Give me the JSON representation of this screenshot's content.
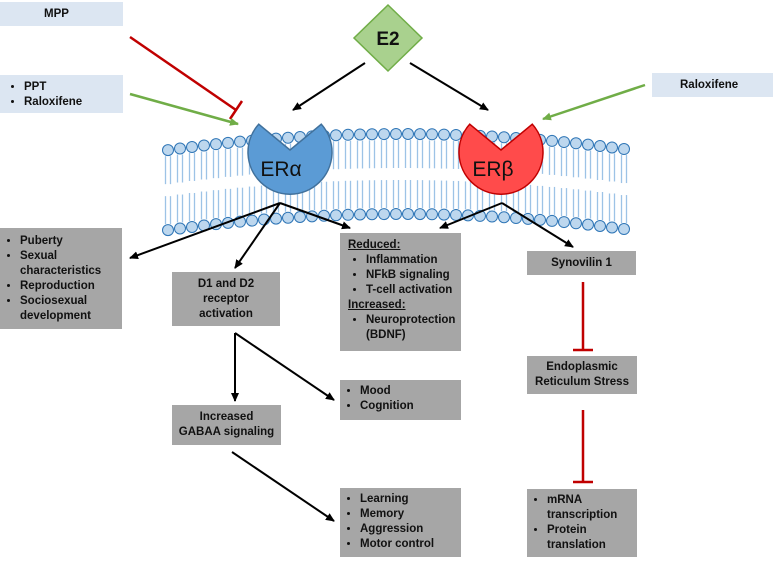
{
  "ligand": {
    "label": "E2",
    "fill": "#a9d18e",
    "stroke": "#70ad47"
  },
  "receptors": {
    "alpha": {
      "label": "ERα",
      "fill": "#5b9bd5",
      "stroke": "#41719c"
    },
    "beta": {
      "label": "ERβ",
      "fill": "#ff4b4b",
      "stroke": "#c00000"
    }
  },
  "membrane": {
    "head_fill": "#bdd7ee",
    "head_stroke": "#2e75b6",
    "tail_color": "#9dc3e6"
  },
  "colors": {
    "activate": "#70ad47",
    "inhibit": "#c00000",
    "arrow": "#000000",
    "box_grey": "#a6a6a6",
    "box_blue": "#dce6f2"
  },
  "modulators": {
    "mpp": "MPP",
    "left_agonists": [
      "PPT",
      "Raloxifene"
    ],
    "right_agonist": "Raloxifene"
  },
  "outcome_boxes": {
    "alpha_development": [
      "Puberty",
      "Sexual characteristics",
      "Reproduction",
      "Sociosexual development"
    ],
    "d1_d2": [
      "D1 and D2",
      "receptor",
      "activation"
    ],
    "reduced_header": "Reduced:",
    "reduced_items": [
      "Inflammation",
      "NFkB signaling",
      "T-cell activation"
    ],
    "increased_header": "Increased:",
    "increased_items": [
      "Neuroprotection (BDNF)"
    ],
    "synovilin": "Synovilin 1",
    "er_stress": [
      "Endoplasmic",
      "Reticulum Stress"
    ],
    "mood": [
      "Mood",
      "Cognition"
    ],
    "gabaa": [
      "Increased",
      "GABAA signaling"
    ],
    "learning": [
      "Learning",
      "Memory",
      "Aggression",
      "Motor control"
    ],
    "mrna": [
      "mRNA transcription",
      "Protein translation"
    ]
  }
}
